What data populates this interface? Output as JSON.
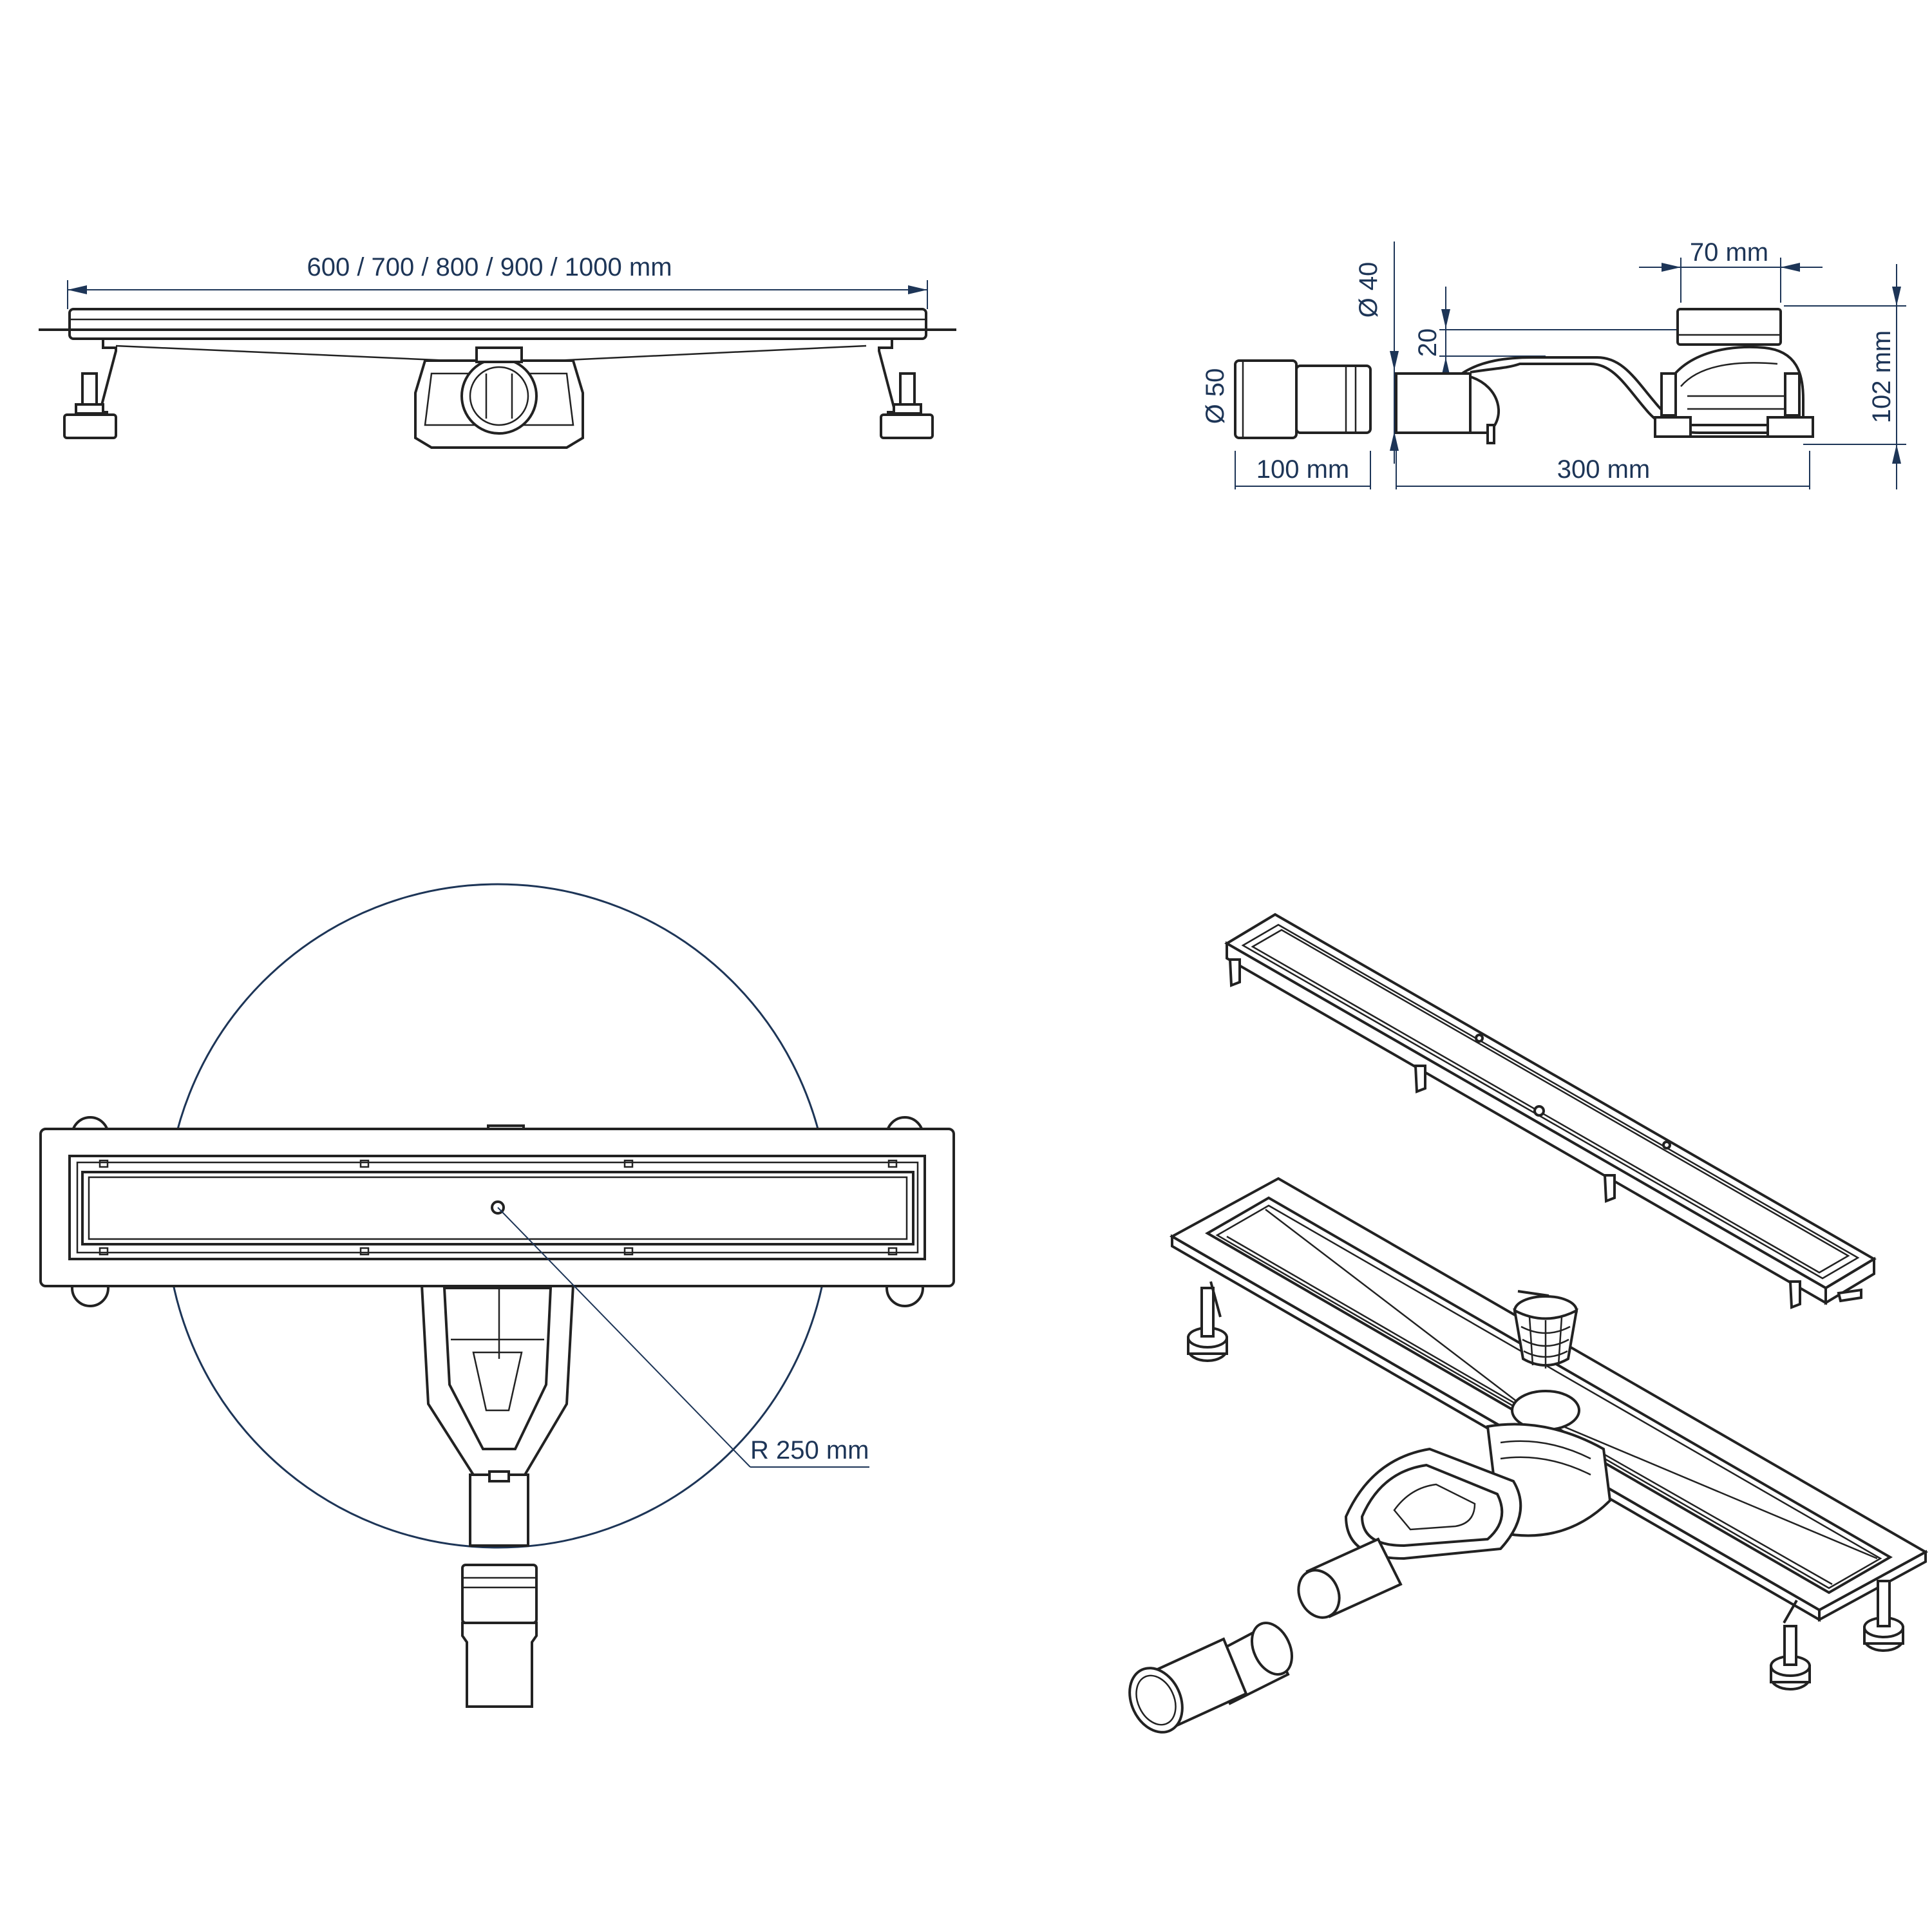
{
  "dimensions": {
    "length": "600 / 700 / 800 / 900 / 1000 mm",
    "grate_width": "70 mm",
    "outlet_diameter_small": "Ø 40",
    "lip_height": "20",
    "outlet_diameter_large": "Ø 50",
    "total_height": "102 mm",
    "adapter_length": "100 mm",
    "body_depth": "300 mm",
    "radius": "R 250 mm"
  },
  "colors": {
    "dimension_blue": "#1d3557",
    "line": "#222222"
  }
}
